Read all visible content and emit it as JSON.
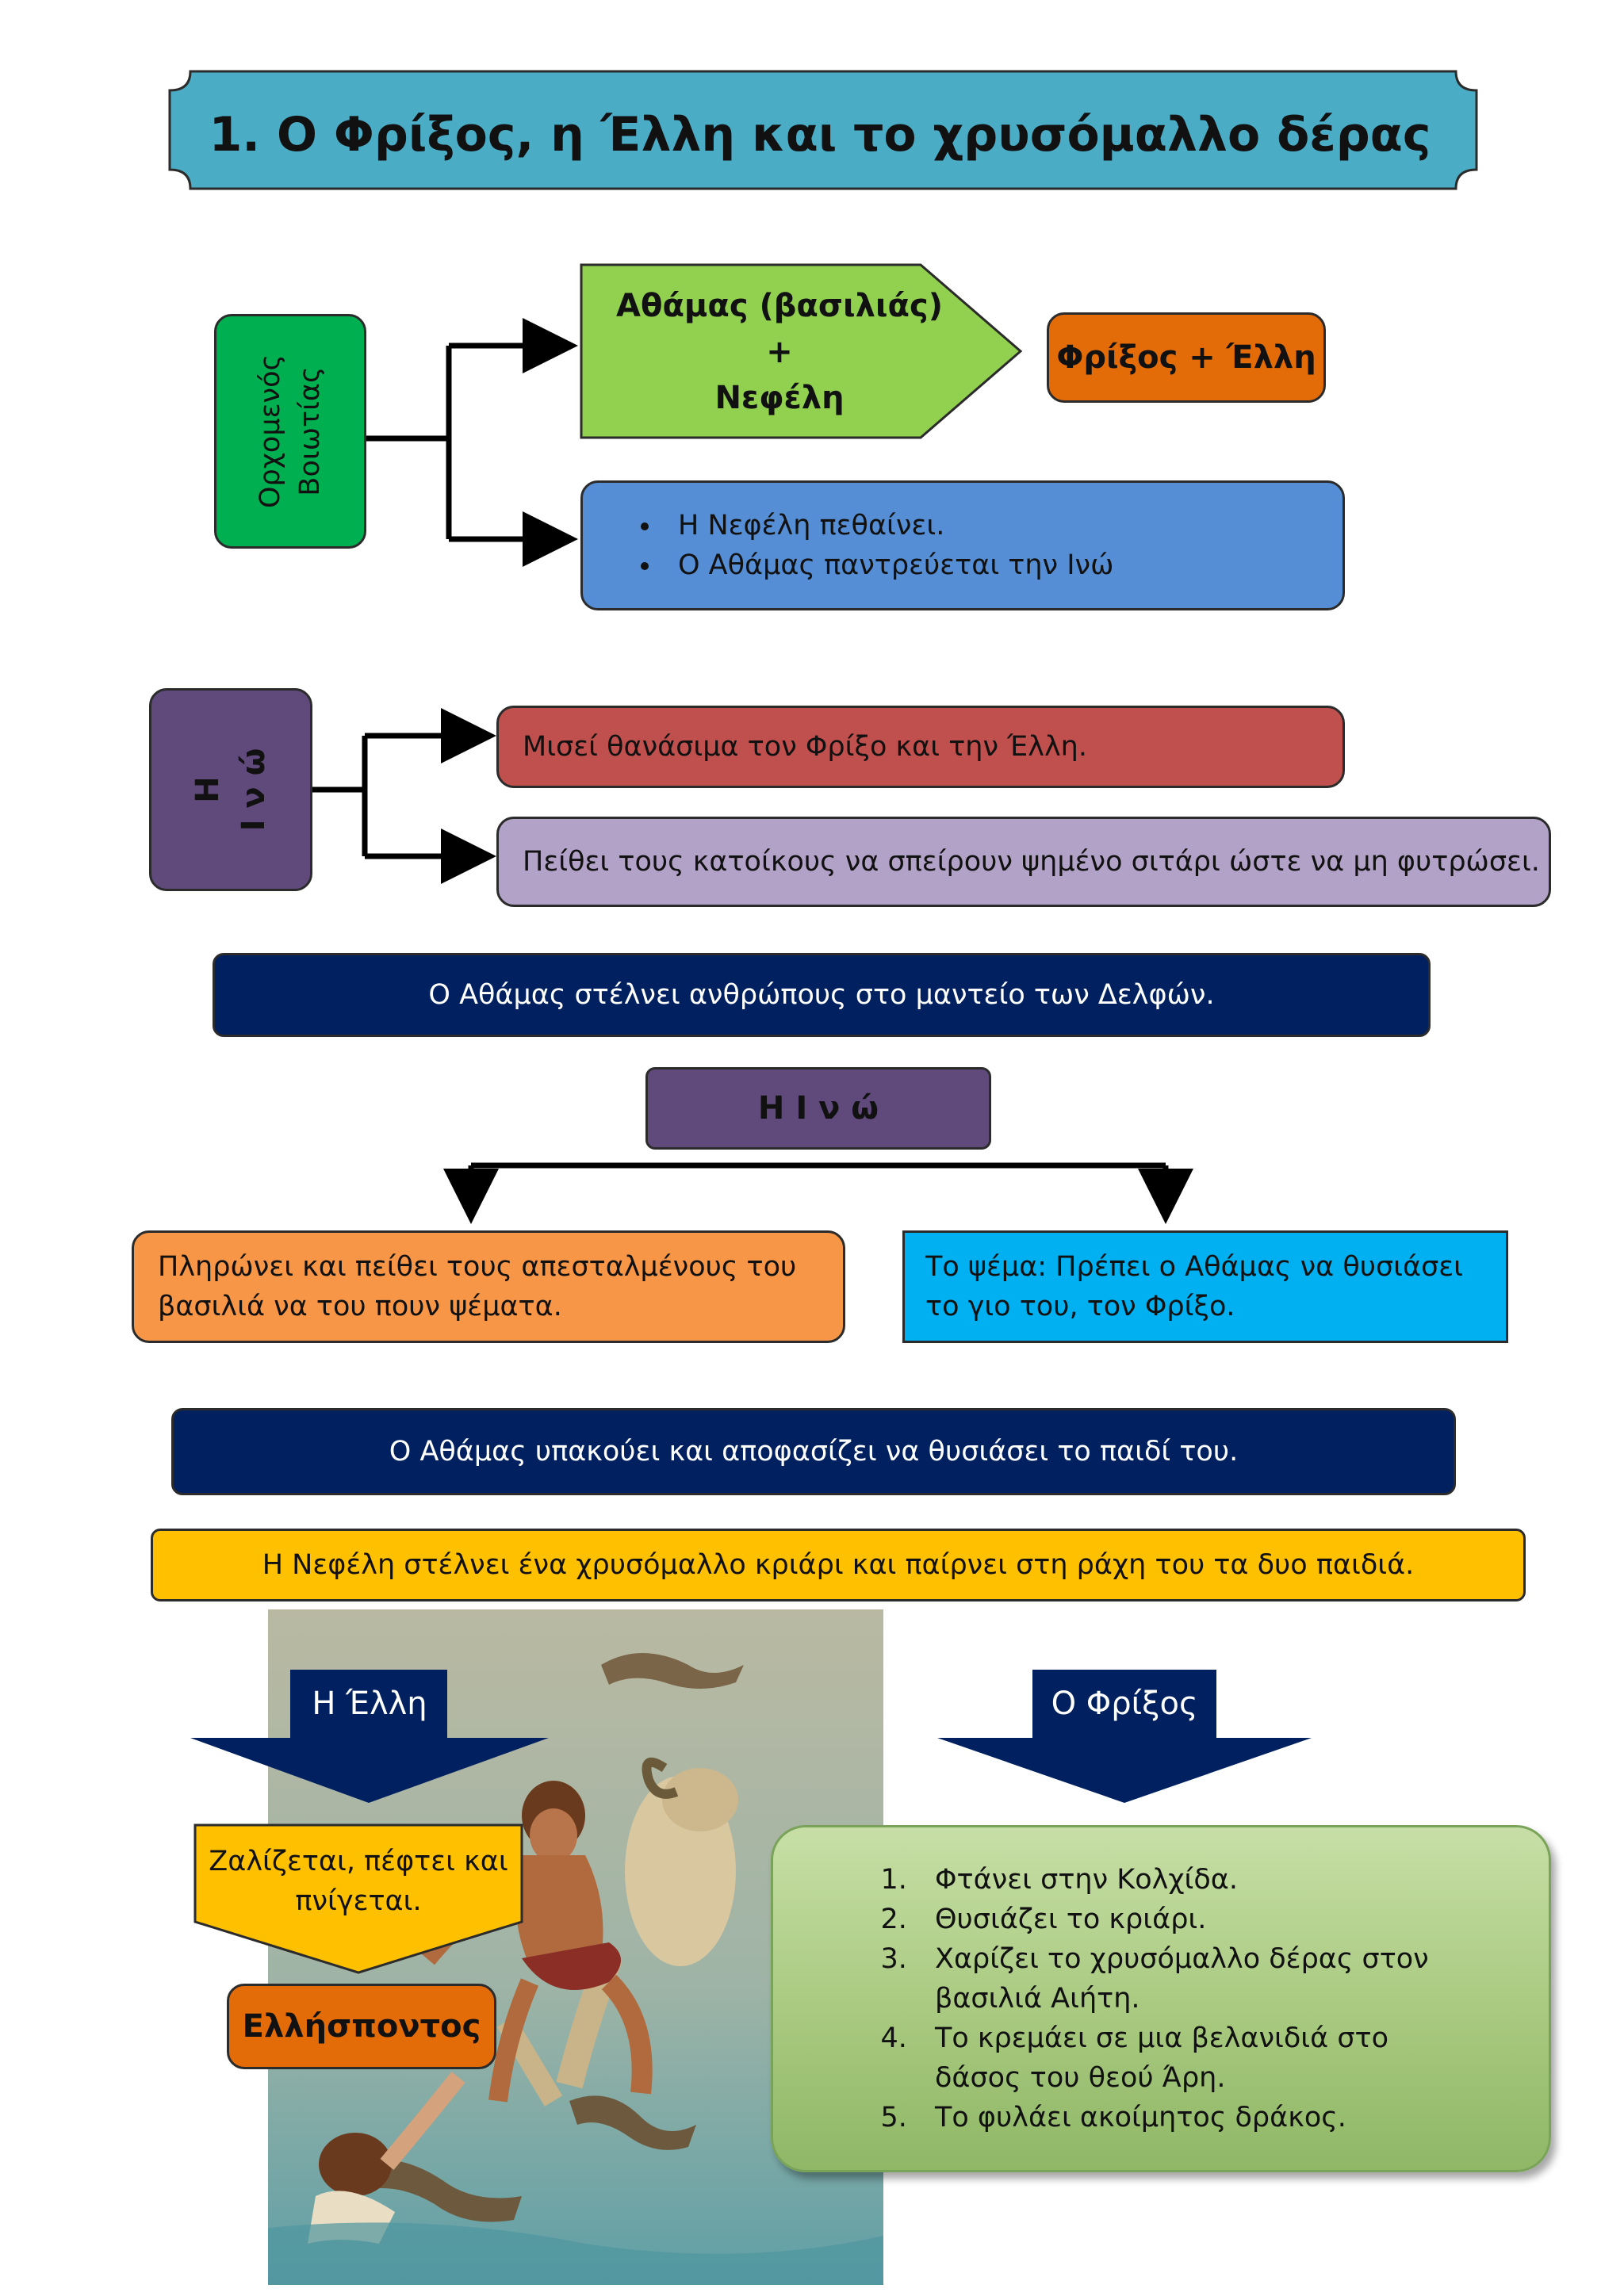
{
  "title": "1. Ο Φρίξος, η Έλλη και το χρυσόμαλλο δέρας",
  "section1": {
    "place_line1": "Ορχομενός",
    "place_line2": "Βοιωτίας",
    "parents_line1": "Αθάμας (βασιλιάς)",
    "parents_line2": "+",
    "parents_line3": "Νεφέλη",
    "children": "Φρίξος + Έλλη",
    "events": [
      "Η Νεφέλη πεθαίνει.",
      "Ο Αθάμας παντρεύεται την Ινώ"
    ]
  },
  "section2": {
    "ino_line1": "Η",
    "ino_line2": "Ι ν ώ",
    "hate": "Μισεί θανάσιμα τον Φρίξο και την Έλλη.",
    "persuade": "Πείθει τους κατοίκους να σπείρουν ψημένο σιτάρι ώστε να μη φυτρώσει."
  },
  "oracle": "Ο Αθάμας στέλνει ανθρώπους στο μαντείο των Δελφών.",
  "section3": {
    "ino": "Η Ι ν ώ",
    "bribe": "Πληρώνει και πείθει τους απεσταλμένους του βασιλιά να του πουν ψέματα.",
    "lie": "Το ψέμα: Πρέπει ο Αθάμας να θυσιάσει το γιο του, τον Φρίξο."
  },
  "obey": "Ο Αθάμας υπακούει και αποφασίζει να θυσιάσει το παιδί του.",
  "ram": "Η Νεφέλη στέλνει ένα χρυσόμαλλο κριάρι και παίρνει στη ράχη του τα δυο παιδιά.",
  "helle": {
    "label": "Η Έλλη",
    "fate": "Ζαλίζεται, πέφτει και πνίγεται.",
    "place": "Ελλήσποντος"
  },
  "phrixus": {
    "label": "Ο Φρίξος",
    "steps": [
      "Φτάνει στην Κολχίδα.",
      "Θυσιάζει το κριάρι.",
      "Χαρίζει το χρυσόμαλλο δέρας στον βασιλιά Αιήτη.",
      "Το κρεμάει σε μια βελανιδιά στο δάσος του θεού Άρη.",
      "Το φυλάει ακοίμητος δράκος."
    ]
  },
  "colors": {
    "title_bg": "#4bacc6",
    "green": "#00b050",
    "lime": "#92d050",
    "orange_dark": "#e36c09",
    "blue": "#558ed5",
    "purple": "#604a7b",
    "red": "#c0504d",
    "lavender": "#b3a2c7",
    "navy": "#002060",
    "orange_light": "#f79646",
    "cyan": "#00b0f0",
    "yellow": "#ffc000"
  }
}
